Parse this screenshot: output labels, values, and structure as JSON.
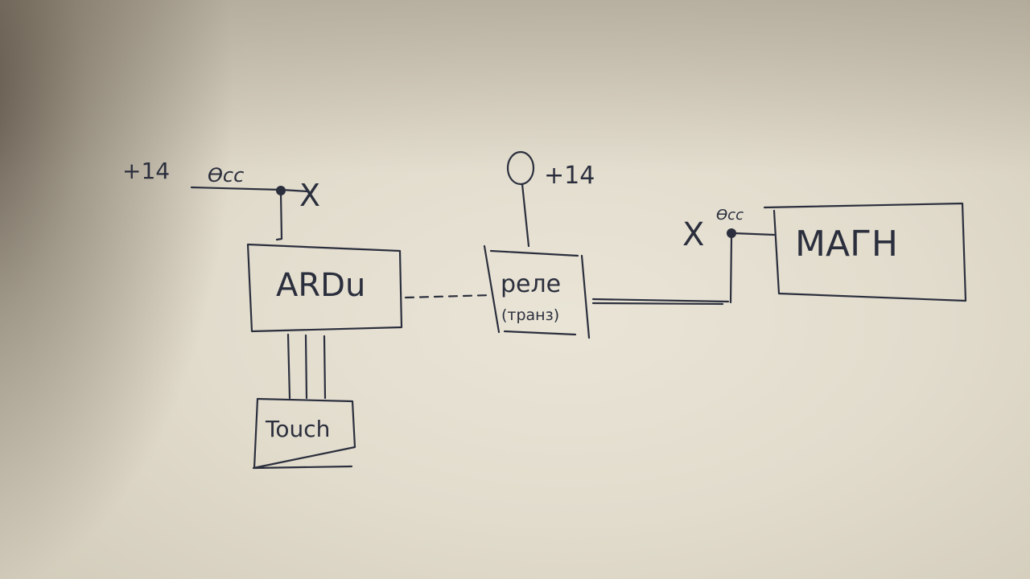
{
  "diagram": {
    "supply_left": {
      "voltage": "+14",
      "label": "Ѳсс",
      "cross": "X"
    },
    "supply_relay": {
      "voltage": "+14"
    },
    "arduino": {
      "label": "ARDu"
    },
    "touch": {
      "label": "Touch"
    },
    "relay": {
      "label": "реле",
      "sublabel": "(транз)"
    },
    "output_tap": {
      "cross": "X",
      "label": "Ѳсс"
    },
    "magnet": {
      "label": "МАГН"
    }
  },
  "colors": {
    "ink": "#2b2f3d",
    "paper": "#e5e0d2"
  }
}
